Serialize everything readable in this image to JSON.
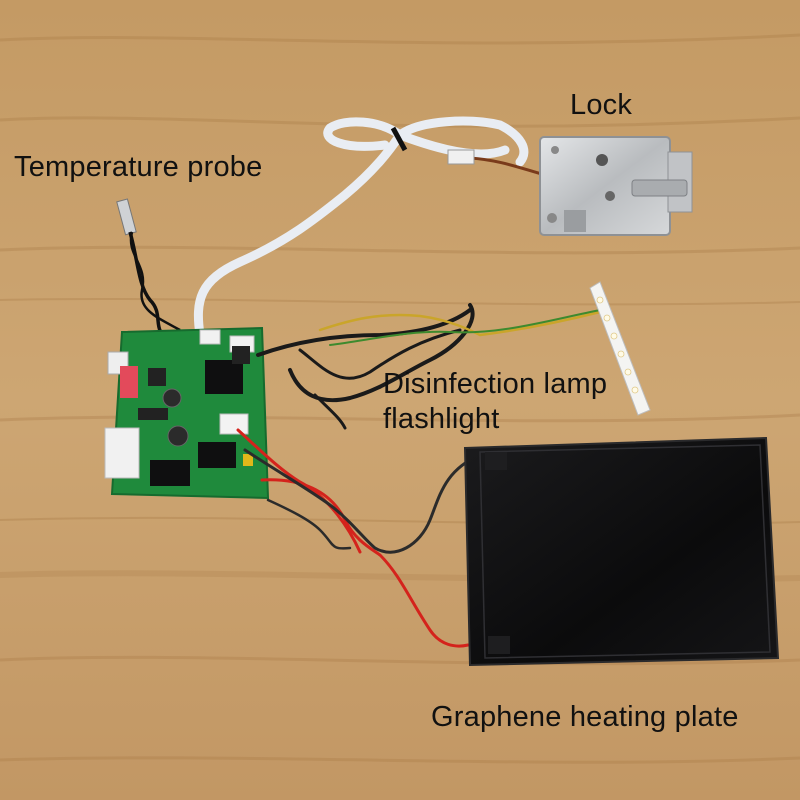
{
  "labels": {
    "lock": "Lock",
    "temperature_probe": "Temperature probe",
    "disinfection_lamp_line1": "Disinfection lamp",
    "disinfection_lamp_line2": "flashlight",
    "graphene_heating_plate": "Graphene heating plate"
  },
  "colors": {
    "wood_base": "#c9a06a",
    "wood_grain": "#a87a45",
    "pcb_green": "#1f8a3c",
    "plate_black": "#0c0c0d",
    "lock_steel": "#c7c9cc",
    "wire_red": "#d4231c",
    "ribbon_cable": "#e9edf3"
  }
}
